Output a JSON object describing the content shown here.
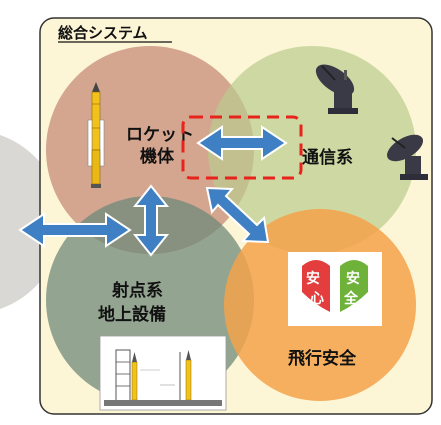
{
  "title": "総合システム",
  "circles": {
    "rocket": {
      "line1": "ロケット",
      "line2": "機体"
    },
    "comm": {
      "label": "通信系"
    },
    "ground": {
      "line1": "射点系",
      "line2": "地上設備"
    },
    "safety": {
      "label": "飛行安全"
    }
  },
  "logo": {
    "top_left": "安",
    "top_right": "安",
    "bottom_left": "心",
    "bottom_right": "全"
  },
  "colors": {
    "frame_bg": "#fdf6d6",
    "rocket": "#c58a77",
    "comm": "#cbd8a6",
    "ground": "#7f998a",
    "safety": "#f3ab53",
    "arrow": "#3f7fc4",
    "highlight": "#e8231c",
    "logo_red": "#e33d3d",
    "logo_green": "#6fb23a"
  },
  "icons": [
    "rocket-icon",
    "satellite-dish-icon",
    "launch-pad-icon",
    "safety-logo"
  ]
}
